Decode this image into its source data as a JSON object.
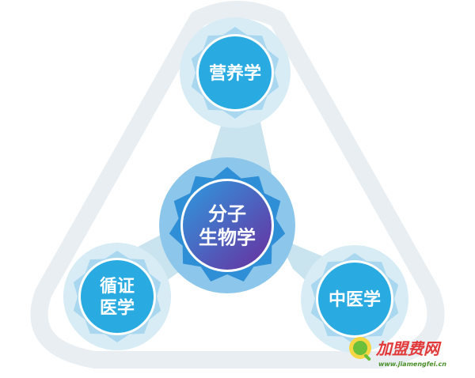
{
  "diagram": {
    "nodes": [
      {
        "id": "top",
        "label_lines": [
          "营养学"
        ]
      },
      {
        "id": "center",
        "label_lines": [
          "分子",
          "生物学"
        ]
      },
      {
        "id": "left",
        "label_lines": [
          "循证",
          "医学"
        ]
      },
      {
        "id": "right",
        "label_lines": [
          "中医学"
        ]
      }
    ],
    "colors": {
      "triangle": "#e8eef2",
      "connector": "#c9e4ef",
      "halo": "#d7ecf5",
      "gear": "#a9d7ef",
      "node_fill": "#29abe2",
      "node_ring": "#ffffff",
      "center_halo": "#8cc7eb",
      "center_gear": "#2f8fd6",
      "center_grad_start": "#2e9be0",
      "center_grad_end": "#6a2d9e"
    }
  },
  "watermark": {
    "brand": "加盟费网",
    "url": "www.jiamengfei.cn",
    "brand_color": "#e23a3a",
    "url_color": "#4a8f2a"
  }
}
